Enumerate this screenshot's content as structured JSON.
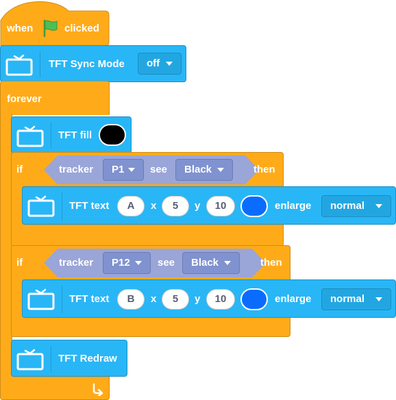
{
  "hat": {
    "label_when": "when",
    "label_clicked": "clicked",
    "flag_icon": "green-flag-icon",
    "color": "#ffab19",
    "flag_color": "#4cbf56"
  },
  "sync_block": {
    "label": "TFT Sync Mode",
    "value": "off",
    "icon": "tft-screen-icon",
    "color": "#29b6f6"
  },
  "forever_block": {
    "label": "forever",
    "loop_icon": "loop-arrow-icon"
  },
  "fill_block": {
    "label": "TFT fill",
    "color": "#000000"
  },
  "if_blocks": [
    {
      "label_if": "if",
      "label_then": "then",
      "condition": {
        "label_tracker": "tracker",
        "tracker_value": "P1",
        "label_see": "see",
        "see_value": "Black"
      },
      "text_block": {
        "label": "TFT text",
        "text": "A",
        "label_x": "x",
        "x": "5",
        "label_y": "y",
        "y": "10",
        "color": "#0a6cff",
        "label_enlarge": "enlarge",
        "enlarge_value": "normal"
      }
    },
    {
      "label_if": "if",
      "label_then": "then",
      "condition": {
        "label_tracker": "tracker",
        "tracker_value": "P12",
        "label_see": "see",
        "see_value": "Black"
      },
      "text_block": {
        "label": "TFT text",
        "text": "B",
        "label_x": "x",
        "x": "5",
        "label_y": "y",
        "y": "10",
        "color": "#0a6cff",
        "label_enlarge": "enlarge",
        "enlarge_value": "normal"
      }
    }
  ],
  "redraw_block": {
    "label": "TFT Redraw"
  }
}
